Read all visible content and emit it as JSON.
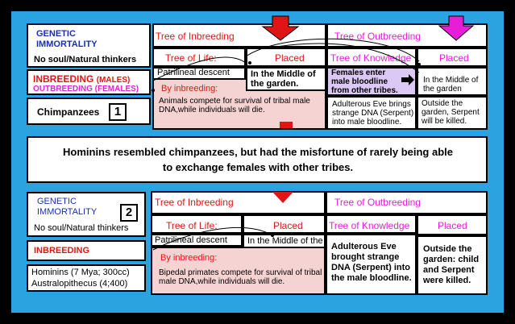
{
  "panel1": {
    "genetic_immortality": "GENETIC IMMORTALITY",
    "no_soul": "No soul/Natural thinkers",
    "inbreeding_label": "INBREEDING",
    "males": "(MALES)",
    "outbreeding_females": "OUTBREEDING (FEMALES)",
    "chimpanzees": "Chimpanzees",
    "number": "1",
    "tree_inbreeding": "Tree of Inbreeding",
    "tree_outbreeding": "Tree of Outbreeding",
    "tree_life": "Tree of Life:",
    "placed_left": "Placed",
    "tree_knowledge": "Tree of Knowledge",
    "placed_right": "Placed",
    "patrilineal": "Patrilineal descent",
    "middle_garden": "In the Middle of the garden.",
    "females_enter": "Females enter male bloodline from other tribes.",
    "middle_garden_right": "In the Middle of the garden",
    "by_inbreeding": "By inbreeding:",
    "compete": "Animals compete for survival of tribal male DNA,while individuals will die.",
    "adulterous": "Adulterous Eve brings strange DNA (Serpent) into male bloodline.",
    "outside": "Outside the garden, Serpent will be killed."
  },
  "banner": "Hominins resembled chimpanzees, but had the misfortune of rarely being able to exchange females with other tribes.",
  "panel2": {
    "genetic_immortality": "GENETIC IMMORTALITY",
    "number": "2",
    "no_soul": "No soul/Natural thinkers",
    "inbreeding_label": "INBREEDING",
    "hominins": "Hominins (7 Mya; 300cc)",
    "australopithecus": "Australopithecus (4;400)",
    "tree_inbreeding": "Tree of Inbreeding",
    "tree_outbreeding": "Tree of Outbreeding",
    "tree_life": "Tree of Life:",
    "placed_left": "Placed",
    "tree_knowledge": "Tree of Knowledge",
    "placed_right": "Placed",
    "patrilineal": "Patrilineal descent",
    "middle_garden": "In the Middle of the garden.",
    "by_inbreeding": "By inbreeding:",
    "compete": "Bipedal primates compete for survival of tribal male DNA,while individuals will die.",
    "adulterous": "Adulterous Eve brought strange DNA (Serpent) into the male bloodline.",
    "outside": "Outside the garden: child and Serpent were killed."
  },
  "colors": {
    "frame": "#2aa3e0",
    "red": "#e01616",
    "magenta": "#e61ed8",
    "blue": "#1a2fb8",
    "pink_box": "#f6d3d3",
    "lavender_box": "#dcc8f4"
  },
  "icons": [
    "red-down-arrow-icon",
    "magenta-down-arrow-icon",
    "right-arrow-icon",
    "red-marker-icon"
  ]
}
